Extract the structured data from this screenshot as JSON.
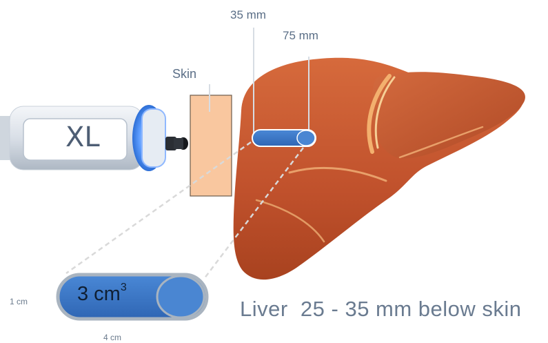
{
  "labels": {
    "depth_35": "35 mm",
    "depth_75": "75 mm",
    "skin": "Skin",
    "scale_height": "1 cm",
    "scale_length": "4 cm",
    "caption": "Liver  25 - 35 mm below skin"
  },
  "probe": {
    "label": "XL"
  },
  "volume": {
    "value": "3 cm",
    "exponent": "3"
  },
  "colors": {
    "liver": "#c4552f",
    "liver_highlight": "#e8a06a",
    "skin": "#f9c79f",
    "target": "#3a78c9",
    "probe_glow": "#4a90ff"
  }
}
